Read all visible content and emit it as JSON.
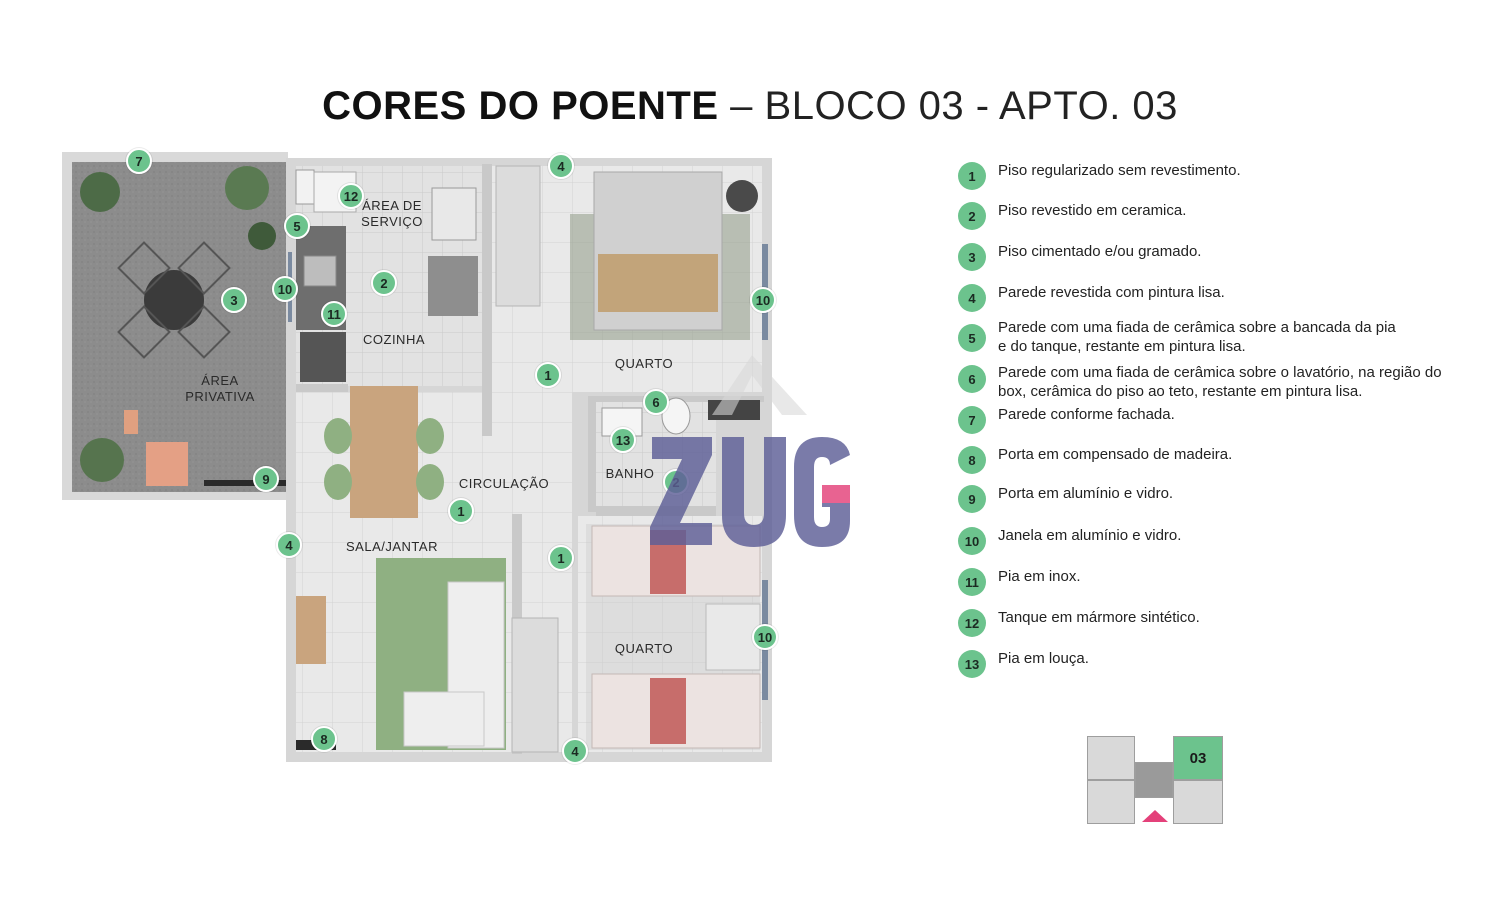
{
  "title": {
    "bold": "CORES DO POENTE",
    "light": " – BLOCO 03 - APTO. 03"
  },
  "rooms": {
    "area_servico": "ÁREA DE\nSERVIÇO",
    "cozinha": "COZINHA",
    "area_privativa": "ÁREA\nPRIVATIVA",
    "quarto_1": "QUARTO",
    "quarto_2": "QUARTO",
    "banho": "BANHO",
    "circulacao": "CIRCULAÇÃO",
    "sala_jantar": "SALA/JANTAR"
  },
  "markers": [
    "7",
    "12",
    "5",
    "4",
    "10",
    "2",
    "3",
    "11",
    "10",
    "1",
    "6",
    "13",
    "2",
    "9",
    "1",
    "4",
    "1",
    "10",
    "8",
    "4"
  ],
  "legend": [
    {
      "num": "1",
      "text": "Piso regularizado sem revestimento."
    },
    {
      "num": "2",
      "text": "Piso revestido em ceramica."
    },
    {
      "num": "3",
      "text": "Piso cimentado e/ou gramado."
    },
    {
      "num": "4",
      "text": "Parede revestida com pintura lisa."
    },
    {
      "num": "5",
      "text": "Parede com uma fiada de cerâmica sobre a bancada da pia e do tanque, restante em pintura lisa."
    },
    {
      "num": "6",
      "text": "Parede com uma fiada de cerâmica sobre o lavatório, na região do box, cerâmica do piso ao teto, restante em pintura lisa."
    },
    {
      "num": "7",
      "text": "Parede conforme fachada."
    },
    {
      "num": "8",
      "text": "Porta em compensado de madeira."
    },
    {
      "num": "9",
      "text": "Porta em alumínio e vidro."
    },
    {
      "num": "10",
      "text": "Janela em alumínio e vidro."
    },
    {
      "num": "11",
      "text": "Pia em inox."
    },
    {
      "num": "12",
      "text": "Tanque em mármore sintético."
    },
    {
      "num": "13",
      "text": "Pia em louça."
    }
  ],
  "minimap": {
    "active_label": "03"
  },
  "colors": {
    "marker_green": "#6cc38d",
    "arrow_pink": "#e4417a",
    "wall": "#d8d8d8",
    "floor_tile": "#e6e6e6",
    "rug_green": "#8fb082"
  }
}
